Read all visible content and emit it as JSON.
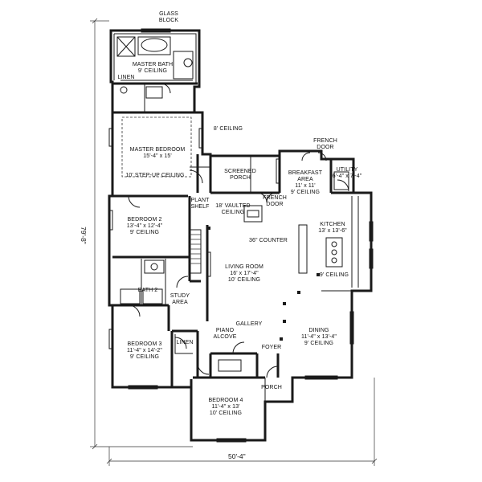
{
  "labels": {
    "glass_block": [
      "GLASS",
      "BLOCK"
    ],
    "master_bath": [
      "MASTER BATH",
      "9' CEILING"
    ],
    "linen_top": [
      "LINEN"
    ],
    "eight_ceiling": [
      "8' CEILING"
    ],
    "master_bedroom": [
      "MASTER BEDROOM",
      "15'-4\" x 15'"
    ],
    "step_up_ceiling": [
      "10' STEP-UP CEILING"
    ],
    "french_door_top": [
      "FRENCH",
      "DOOR"
    ],
    "screened_porch": [
      "SCREENED",
      "PORCH"
    ],
    "breakfast": [
      "BREAKFAST",
      "AREA",
      "11' x 11'",
      "9' CEILING"
    ],
    "utility": [
      "UTILITY",
      "6'-4\" x 7'-4\""
    ],
    "french_door_mid": [
      "FRENCH",
      "DOOR"
    ],
    "plant_shelf": [
      "PLANT",
      "SHELF"
    ],
    "vaulted": [
      "18' VAULTED",
      "CEILING"
    ],
    "bedroom2": [
      "BEDROOM 2",
      "13'-4\" x 12'-4\"",
      "9' CEILING"
    ],
    "kitchen": [
      "KITCHEN",
      "13' x 13'-6\""
    ],
    "counter": [
      "36\" COUNTER"
    ],
    "living": [
      "LIVING ROOM",
      "16' x 17'-4\"",
      "10' CEILING"
    ],
    "kitchen_ceiling": [
      "9' CEILING"
    ],
    "bath2": [
      "BATH 2"
    ],
    "study": [
      "STUDY",
      "AREA"
    ],
    "gallery": [
      "GALLERY"
    ],
    "piano": [
      "PIANO",
      "ALCOVE"
    ],
    "bedroom3": [
      "BEDROOM 3",
      "11'-4\" x 14'-2\"",
      "9' CEILING"
    ],
    "linen_mid": [
      "LINEN"
    ],
    "foyer": [
      "FOYER"
    ],
    "dining": [
      "DINING",
      "11'-4\" x 13'-4\"",
      "9' CEILING"
    ],
    "porch": [
      "PORCH"
    ],
    "bedroom4": [
      "BEDROOM 4",
      "11'-4\" x 13'",
      "10' CEILING"
    ]
  },
  "dimensions": {
    "width": "50'-4\"",
    "depth": "79'-8\""
  }
}
